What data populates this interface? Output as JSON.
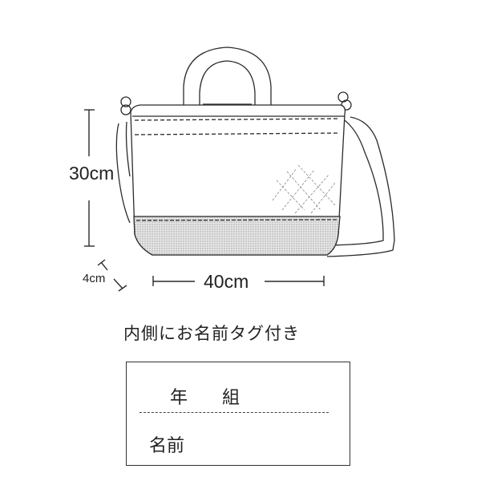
{
  "dimensions": {
    "height_label": "30cm",
    "width_label": "40cm",
    "depth_label": "4cm"
  },
  "caption": "内側にお名前タグ付き",
  "name_tag": {
    "year_label": "年",
    "class_label": "組",
    "name_label": "名前"
  },
  "colors": {
    "line": "#2b2b2b",
    "bottom_panel_fill": "#d8d8d8",
    "background": "#ffffff"
  }
}
